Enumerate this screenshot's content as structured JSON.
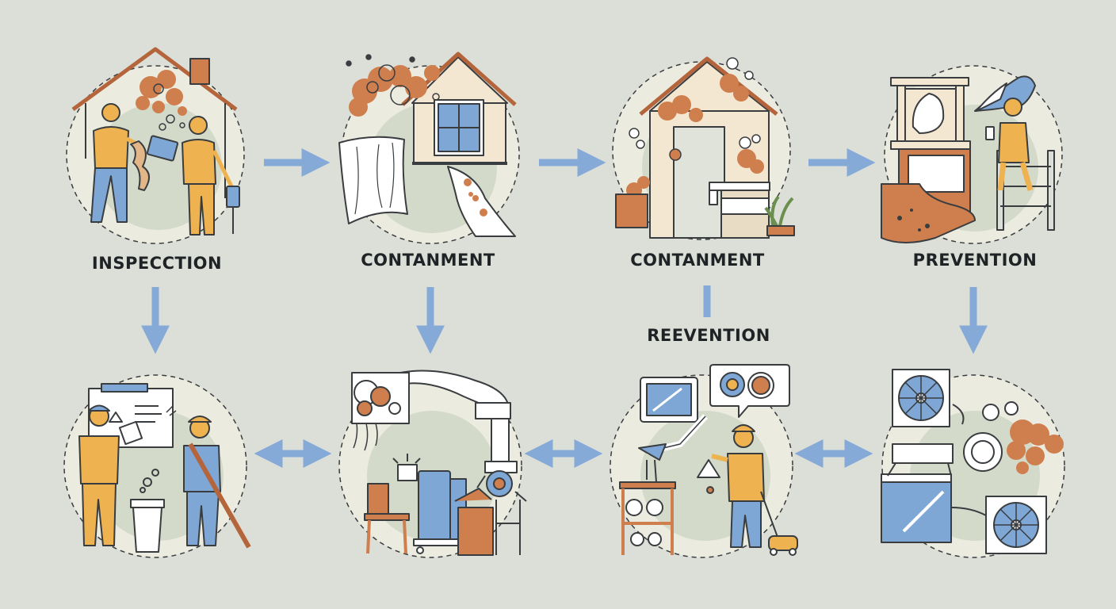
{
  "colors": {
    "background": "#dcdfd7",
    "outline": "#3a3d40",
    "mold": "#cf7f4e",
    "blue": "#7ea7d6",
    "yellow": "#eeb350",
    "cream": "#f4e7d1",
    "circle_fill": "#ecebdf",
    "circle_inner": "#c9d3c1",
    "arrow": "#86aad8"
  },
  "steps": [
    {
      "label": "INSPECCTION",
      "scene": "two-inspectors-at-moldy-house"
    },
    {
      "label": "CONTANMENT",
      "scene": "house-wrapped-in-plastic-sheeting"
    },
    {
      "label": "CONTANMENT",
      "scene": "mold-spores-inside-wall"
    },
    {
      "label": "PREVENTION",
      "scene": "worker-on-ladder-in-attic"
    },
    {
      "label": "",
      "scene": "workers-with-trash-bin-and-broom"
    },
    {
      "label": "",
      "scene": "air-scrubber-and-duct"
    },
    {
      "label": "REEVENTION",
      "scene": "worker-with-vacuum-and-sprayer"
    },
    {
      "label": "",
      "scene": "fans-and-dehumidifier"
    }
  ]
}
